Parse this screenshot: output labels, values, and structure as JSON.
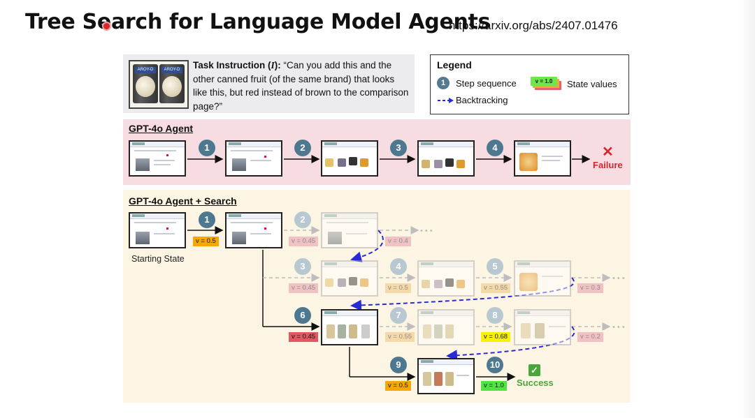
{
  "slide": {
    "title": "Tree Search for Language Model Agents",
    "url": "https://arxiv.org/abs/2407.01476"
  },
  "figure": {
    "task": {
      "label": "Task Instruction (",
      "symbol": "I",
      "after_symbol": "):",
      "text": "“Can you add this and the other canned fruit (of the same brand) that looks like this, but red instead of brown to the comparison page?”",
      "can_label": "AROY-D"
    },
    "legend": {
      "title": "Legend",
      "step_sample": "1",
      "step_label": "Step sequence",
      "value_sample": "v = 1.0",
      "value_label": "State values",
      "backtrack_label": "Backtracking"
    },
    "agent_panel": {
      "title": "GPT-4o Agent",
      "steps": [
        "1",
        "2",
        "3",
        "4"
      ],
      "result": "Failure",
      "result_icon": "✕"
    },
    "search_panel": {
      "title": "GPT-4o Agent + Search",
      "start_label": "Starting State",
      "steps": [
        "1",
        "2",
        "3",
        "4",
        "5",
        "6",
        "7",
        "8",
        "9",
        "10"
      ],
      "values": {
        "s1": "v = 0.5",
        "s2a": "v = 0.45",
        "s2b": "v = 0.4",
        "s3": "v = 0.45",
        "s4": "v = 0.5",
        "s5a": "v = 0.55",
        "s5b": "v = 0.3",
        "s6": "v = 0.45",
        "s7": "v = 0.55",
        "s8a": "v = 0.68",
        "s8b": "v = 0.2",
        "s9": "v = 0.5",
        "s10": "v = 1.0"
      },
      "result": "Success",
      "result_icon": "✓"
    },
    "colors": {
      "step_circle": "#4d7890",
      "agent_panel_bg": "#f7dde1",
      "search_panel_bg": "#fdf5e4",
      "backtrack": "#2a2ad6",
      "failure": "#d6262d",
      "success": "#4aa63a"
    }
  }
}
